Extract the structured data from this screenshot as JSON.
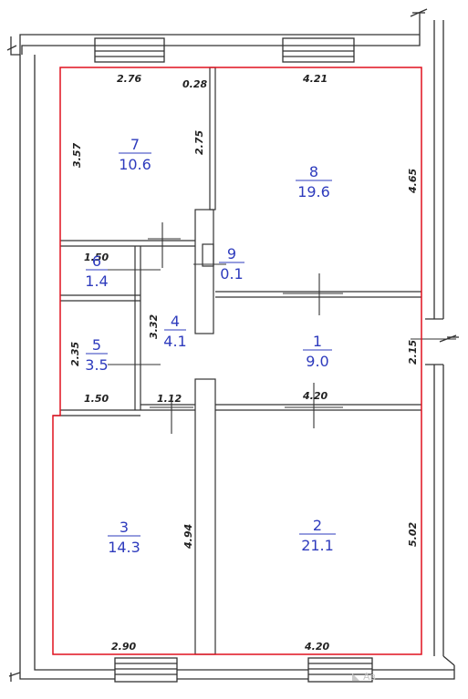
{
  "colors": {
    "wall": "#333333",
    "outline": "#e0101e",
    "room_label": "#2e3bbd",
    "dimension": "#222222"
  },
  "rooms": [
    {
      "id": "1",
      "number": "1",
      "area": "9.0"
    },
    {
      "id": "2",
      "number": "2",
      "area": "21.1"
    },
    {
      "id": "3",
      "number": "3",
      "area": "14.3"
    },
    {
      "id": "4",
      "number": "4",
      "area": "4.1"
    },
    {
      "id": "5",
      "number": "5",
      "area": "3.5"
    },
    {
      "id": "6",
      "number": "6",
      "area": "1.4"
    },
    {
      "id": "7",
      "number": "7",
      "area": "10.6"
    },
    {
      "id": "8",
      "number": "8",
      "area": "19.6"
    },
    {
      "id": "9",
      "number": "9",
      "area": "0.1"
    }
  ],
  "dimensions": {
    "d_276": "2.76",
    "d_028": "0.28",
    "d_421": "4.21",
    "d_357": "3.57",
    "d_275": "2.75",
    "d_465": "4.65",
    "d_150_top": "1.50",
    "d_332": "3.32",
    "d_235": "2.35",
    "d_215": "2.15",
    "d_150_bottom": "1.50",
    "d_112": "1.12",
    "d_420_mid": "4.20",
    "d_494": "4.94",
    "d_502": "5.02",
    "d_290": "2.90",
    "d_420_bottom": "4.20"
  },
  "watermark": "◣ Ав"
}
